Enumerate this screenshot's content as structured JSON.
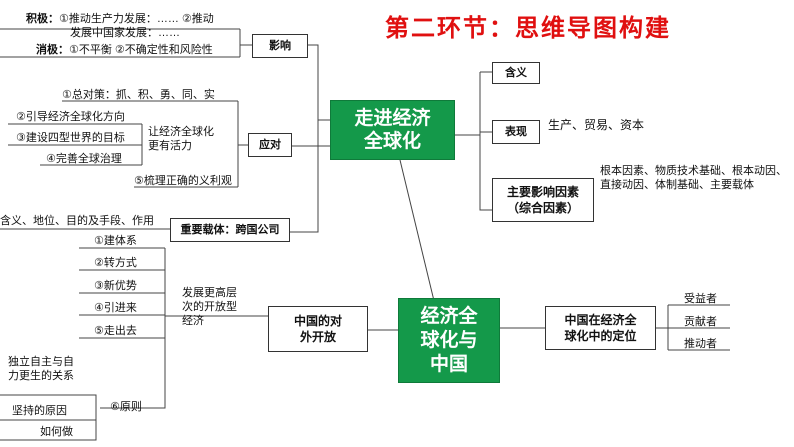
{
  "title": "第二环节：思维导图构建",
  "center_top": "走进经济\n全球化",
  "center_bottom": "经济全\n球化与\n中国",
  "influence": {
    "label": "影响",
    "positive_label": "积极：",
    "positive_text": "①推动生产力发展：…… ②推动",
    "positive_text2": "发展中国家发展：……",
    "negative_label": "消极：",
    "negative_text": "①不平衡 ②不确定性和风险性"
  },
  "response": {
    "label": "应对",
    "note": "让经济全球化\n更有活力",
    "items": [
      "①总对策：抓、积、勇、同、实",
      "②引导经济全球化方向",
      "③建设四型世界的目标",
      "④完善全球治理",
      "⑤梳理正确的义利观"
    ]
  },
  "carrier": {
    "label": "重要载体：跨国公司",
    "text": "含义、地位、目的及手段、作用"
  },
  "right_top": {
    "meaning": "含义",
    "manifest": "表现",
    "manifest_text": "生产、贸易、资本",
    "factors": "主要影响因素\n（综合因素）",
    "factors_text": "根本因素、物质技术基础、根本动因、\n直接动因、体制基础、主要载体"
  },
  "opening": {
    "label": "中国的对\n外开放",
    "note": "发展更高层\n次的开放型\n经济",
    "items": [
      "①建体系",
      "②转方式",
      "③新优势",
      "④引进来",
      "⑤走出去"
    ],
    "principle": "⑥原则",
    "principle_note": "独立自主与自\n力更生的关系",
    "principle_items": [
      "坚持的原因",
      "如何做"
    ]
  },
  "position": {
    "label": "中国在经济全\n球化中的定位",
    "items": [
      "受益者",
      "贡献者",
      "推动者"
    ]
  }
}
